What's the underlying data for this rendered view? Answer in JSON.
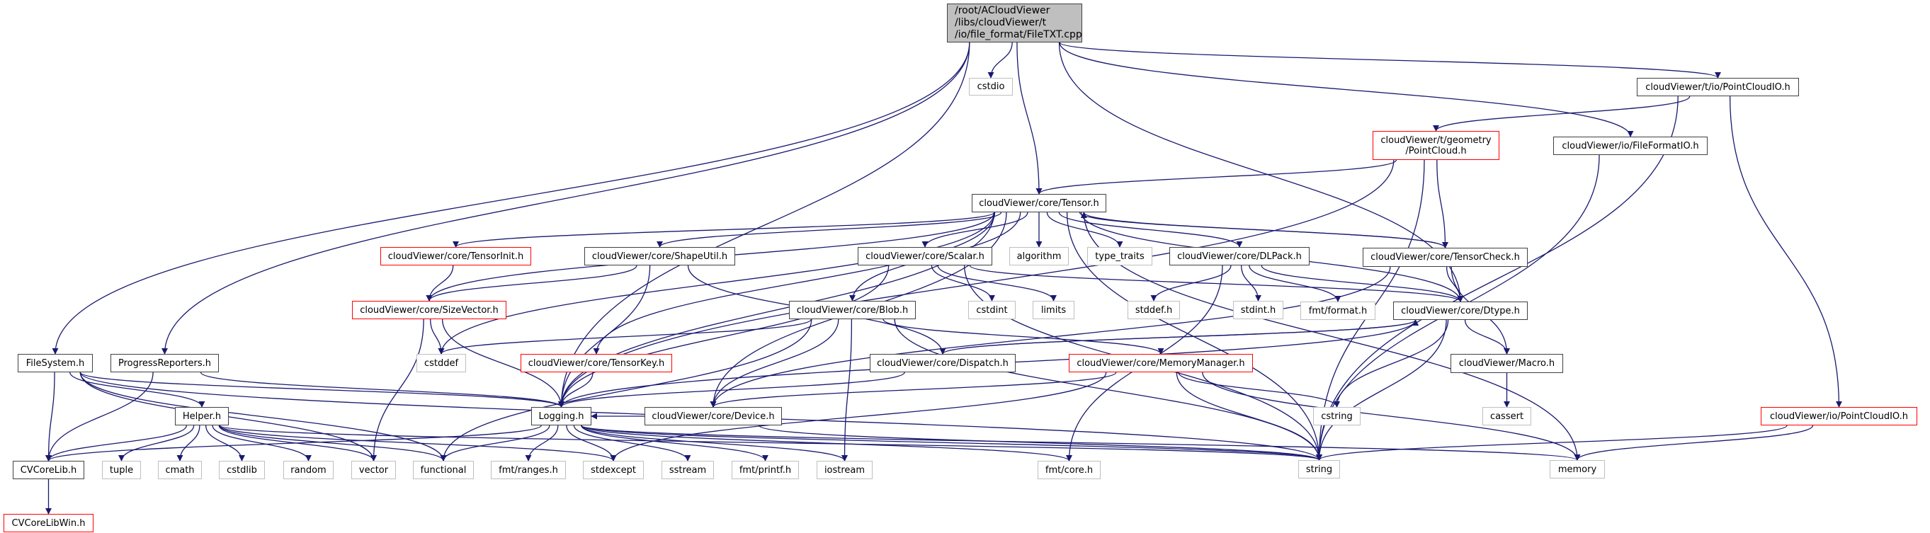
{
  "graph": {
    "edge_color": "#191970",
    "border_colors": {
      "normal": "#404040",
      "red": "#ff0000",
      "gray": "#bfbfbf",
      "root_fill": "#bfbfbf"
    },
    "nodes": [
      {
        "id": "root",
        "label": "/root/ACloudViewer\n/libs/cloudViewer/t\n/io/file_format/FileTXT.cpp",
        "style": "root"
      },
      {
        "id": "cstdio",
        "label": "cstdio",
        "style": "gray"
      },
      {
        "id": "tpcio",
        "label": "cloudViewer/t/io/PointCloudIO.h",
        "style": "normal"
      },
      {
        "id": "pointcloud",
        "label": "cloudViewer/t/geometry\n/PointCloud.h",
        "style": "red"
      },
      {
        "id": "ffio",
        "label": "cloudViewer/io/FileFormatIO.h",
        "style": "normal"
      },
      {
        "id": "tensor",
        "label": "cloudViewer/core/Tensor.h",
        "style": "normal"
      },
      {
        "id": "tensorinit",
        "label": "cloudViewer/core/TensorInit.h",
        "style": "red"
      },
      {
        "id": "shapeutil",
        "label": "cloudViewer/core/ShapeUtil.h",
        "style": "normal"
      },
      {
        "id": "scalar",
        "label": "cloudViewer/core/Scalar.h",
        "style": "normal"
      },
      {
        "id": "algorithm",
        "label": "algorithm",
        "style": "gray"
      },
      {
        "id": "type_traits",
        "label": "type_traits",
        "style": "gray"
      },
      {
        "id": "dlpack",
        "label": "cloudViewer/core/DLPack.h",
        "style": "normal"
      },
      {
        "id": "tensorcheck",
        "label": "cloudViewer/core/TensorCheck.h",
        "style": "normal"
      },
      {
        "id": "sizevector",
        "label": "cloudViewer/core/SizeVector.h",
        "style": "red"
      },
      {
        "id": "blob",
        "label": "cloudViewer/core/Blob.h",
        "style": "normal"
      },
      {
        "id": "cstdint",
        "label": "cstdint",
        "style": "gray"
      },
      {
        "id": "limits",
        "label": "limits",
        "style": "gray"
      },
      {
        "id": "stddef",
        "label": "stddef.h",
        "style": "gray"
      },
      {
        "id": "stdint",
        "label": "stdint.h",
        "style": "gray"
      },
      {
        "id": "fmtformat",
        "label": "fmt/format.h",
        "style": "gray"
      },
      {
        "id": "dtype",
        "label": "cloudViewer/core/Dtype.h",
        "style": "normal"
      },
      {
        "id": "filesystem",
        "label": "FileSystem.h",
        "style": "normal"
      },
      {
        "id": "progress",
        "label": "ProgressReporters.h",
        "style": "normal"
      },
      {
        "id": "cstddef",
        "label": "cstddef",
        "style": "gray"
      },
      {
        "id": "tensorkey",
        "label": "cloudViewer/core/TensorKey.h",
        "style": "red"
      },
      {
        "id": "dispatch",
        "label": "cloudViewer/core/Dispatch.h",
        "style": "normal"
      },
      {
        "id": "memmgr",
        "label": "cloudViewer/core/MemoryManager.h",
        "style": "red"
      },
      {
        "id": "macro",
        "label": "cloudViewer/Macro.h",
        "style": "normal"
      },
      {
        "id": "helper",
        "label": "Helper.h",
        "style": "normal"
      },
      {
        "id": "logging",
        "label": "Logging.h",
        "style": "normal"
      },
      {
        "id": "device",
        "label": "cloudViewer/core/Device.h",
        "style": "normal"
      },
      {
        "id": "cstring",
        "label": "cstring",
        "style": "gray"
      },
      {
        "id": "cassert",
        "label": "cassert",
        "style": "gray"
      },
      {
        "id": "iopcio",
        "label": "cloudViewer/io/PointCloudIO.h",
        "style": "red"
      },
      {
        "id": "cvcorelib",
        "label": "CVCoreLib.h",
        "style": "normal"
      },
      {
        "id": "tuple",
        "label": "tuple",
        "style": "gray"
      },
      {
        "id": "cmath",
        "label": "cmath",
        "style": "gray"
      },
      {
        "id": "cstdlib",
        "label": "cstdlib",
        "style": "gray"
      },
      {
        "id": "random",
        "label": "random",
        "style": "gray"
      },
      {
        "id": "vector",
        "label": "vector",
        "style": "gray"
      },
      {
        "id": "functional",
        "label": "functional",
        "style": "gray"
      },
      {
        "id": "fmtranges",
        "label": "fmt/ranges.h",
        "style": "gray"
      },
      {
        "id": "stdexcept",
        "label": "stdexcept",
        "style": "gray"
      },
      {
        "id": "sstream",
        "label": "sstream",
        "style": "gray"
      },
      {
        "id": "fmtprintf",
        "label": "fmt/printf.h",
        "style": "gray"
      },
      {
        "id": "iostream",
        "label": "iostream",
        "style": "gray"
      },
      {
        "id": "fmtcore",
        "label": "fmt/core.h",
        "style": "gray"
      },
      {
        "id": "string",
        "label": "string",
        "style": "gray"
      },
      {
        "id": "memory",
        "label": "memory",
        "style": "gray"
      },
      {
        "id": "cvcorelibwin",
        "label": "CVCoreLibWin.h",
        "style": "red"
      }
    ],
    "edges": [
      [
        "root",
        "filesystem"
      ],
      [
        "root",
        "progress"
      ],
      [
        "root",
        "logging"
      ],
      [
        "root",
        "cstdio"
      ],
      [
        "root",
        "tensor"
      ],
      [
        "root",
        "tpcio"
      ],
      [
        "root",
        "ffio"
      ],
      [
        "root",
        "dtype"
      ],
      [
        "tpcio",
        "pointcloud"
      ],
      [
        "tpcio",
        "string"
      ],
      [
        "tpcio",
        "iopcio"
      ],
      [
        "pointcloud",
        "tensor"
      ],
      [
        "pointcloud",
        "logging"
      ],
      [
        "pointcloud",
        "tensorcheck"
      ],
      [
        "pointcloud",
        "string"
      ],
      [
        "ffio",
        "string"
      ],
      [
        "iopcio",
        "string"
      ],
      [
        "iopcio",
        "memory"
      ],
      [
        "tensor",
        "tensorinit"
      ],
      [
        "tensor",
        "sizevector"
      ],
      [
        "tensor",
        "shapeutil"
      ],
      [
        "tensor",
        "scalar"
      ],
      [
        "tensor",
        "algorithm"
      ],
      [
        "tensor",
        "type_traits"
      ],
      [
        "tensor",
        "dlpack"
      ],
      [
        "tensor",
        "tensorcheck"
      ],
      [
        "tensor",
        "dtype"
      ],
      [
        "tensor",
        "blob"
      ],
      [
        "tensor",
        "tensorkey"
      ],
      [
        "tensor",
        "device"
      ],
      [
        "tensor",
        "logging"
      ],
      [
        "tensor",
        "cstddef"
      ],
      [
        "tensor",
        "string"
      ],
      [
        "tensor",
        "memory"
      ],
      [
        "tensorcheck",
        "tensor"
      ],
      [
        "tensorcheck",
        "dtype"
      ],
      [
        "tensorcheck",
        "macro"
      ],
      [
        "tensorcheck",
        "device"
      ],
      [
        "tensorinit",
        "sizevector"
      ],
      [
        "shapeutil",
        "sizevector"
      ],
      [
        "shapeutil",
        "logging"
      ],
      [
        "shapeutil",
        "dispatch"
      ],
      [
        "sizevector",
        "cstddef"
      ],
      [
        "sizevector",
        "vector"
      ],
      [
        "sizevector",
        "logging"
      ],
      [
        "scalar",
        "cstdint"
      ],
      [
        "scalar",
        "limits"
      ],
      [
        "scalar",
        "dtype"
      ],
      [
        "scalar",
        "logging"
      ],
      [
        "scalar",
        "string"
      ],
      [
        "dlpack",
        "stddef"
      ],
      [
        "dlpack",
        "stdint"
      ],
      [
        "dlpack",
        "fmtformat"
      ],
      [
        "dlpack",
        "dtype"
      ],
      [
        "dlpack",
        "fmtcore"
      ],
      [
        "blob",
        "device"
      ],
      [
        "blob",
        "memmgr"
      ],
      [
        "blob",
        "cstddef"
      ],
      [
        "blob",
        "iostream"
      ],
      [
        "blob",
        "functional"
      ],
      [
        "blob",
        "string"
      ],
      [
        "tensorkey",
        "logging"
      ],
      [
        "dispatch",
        "dtype"
      ],
      [
        "dispatch",
        "logging"
      ],
      [
        "memmgr",
        "device"
      ],
      [
        "memmgr",
        "cstring"
      ],
      [
        "memmgr",
        "string"
      ],
      [
        "memmgr",
        "memory"
      ],
      [
        "memmgr",
        "stdexcept"
      ],
      [
        "dtype",
        "dispatch"
      ],
      [
        "dtype",
        "macro"
      ],
      [
        "dtype",
        "cstring"
      ],
      [
        "dtype",
        "string"
      ],
      [
        "dtype",
        "logging"
      ],
      [
        "macro",
        "cassert"
      ],
      [
        "device",
        "logging"
      ],
      [
        "device",
        "string"
      ],
      [
        "logging",
        "functional"
      ],
      [
        "logging",
        "fmtranges"
      ],
      [
        "logging",
        "sstream"
      ],
      [
        "logging",
        "fmtprintf"
      ],
      [
        "logging",
        "string"
      ],
      [
        "logging",
        "stdexcept"
      ],
      [
        "logging",
        "fmtcore"
      ],
      [
        "logging",
        "cvcorelib"
      ],
      [
        "logging",
        "iostream"
      ],
      [
        "logging",
        "memory"
      ],
      [
        "helper",
        "cvcorelib"
      ],
      [
        "helper",
        "tuple"
      ],
      [
        "helper",
        "cmath"
      ],
      [
        "helper",
        "cstdlib"
      ],
      [
        "helper",
        "random"
      ],
      [
        "helper",
        "vector"
      ],
      [
        "helper",
        "functional"
      ],
      [
        "helper",
        "stdexcept"
      ],
      [
        "helper",
        "string"
      ],
      [
        "filesystem",
        "cvcorelib"
      ],
      [
        "filesystem",
        "helper"
      ],
      [
        "filesystem",
        "vector"
      ],
      [
        "filesystem",
        "functional"
      ],
      [
        "filesystem",
        "string"
      ],
      [
        "filesystem",
        "logging"
      ],
      [
        "progress",
        "cvcorelib"
      ],
      [
        "progress",
        "logging"
      ],
      [
        "cvcorelib",
        "cvcorelibwin"
      ]
    ]
  }
}
